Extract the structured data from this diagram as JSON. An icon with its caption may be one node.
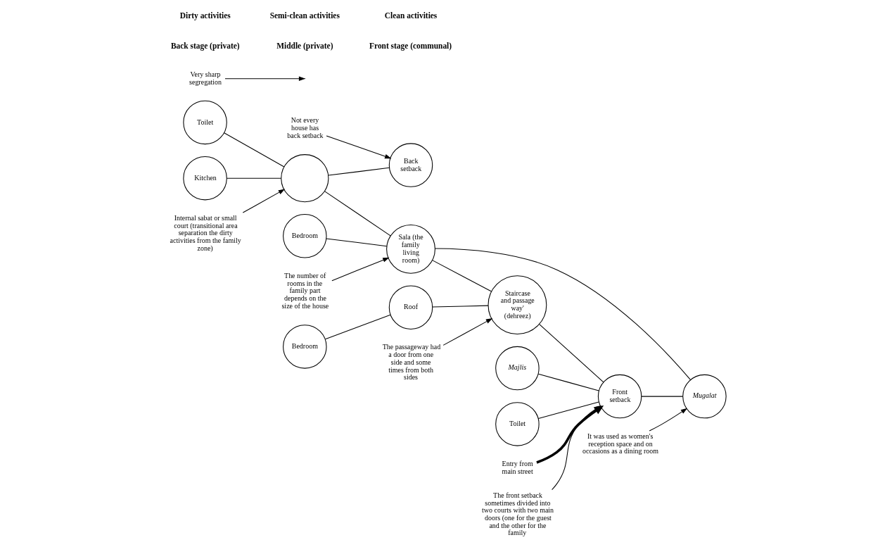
{
  "diagram": {
    "nodes": [
      {
        "text": [
          "Toilet"
        ]
      },
      {
        "text": [
          "Kitchen"
        ]
      },
      {
        "text": [],
        "shape": "circle"
      },
      {
        "text": [
          "Back setback"
        ]
      },
      {
        "text": [
          "Bedroom"
        ]
      },
      {
        "text": [
          "Bedroom"
        ]
      },
      {
        "text": [
          "Roof"
        ]
      },
      {
        "text": [
          "Sala (the family living room)"
        ]
      },
      {
        "text": [
          "Staircase and passage way' (dehreez)"
        ]
      },
      {
        "text": [
          "Majlis"
        ]
      },
      {
        "text": [
          "Toilet"
        ]
      },
      {
        "text": [
          "Front setback"
        ]
      },
      {
        "text": [
          "Mugalat"
        ]
      },
      {
        "text": [
          "Internal sabat or small court (transitional area separation the dirty activities from the family zone)"
        ]
      },
      {
        "text": [
          "The passageway had a door from one side and some times from both sides"
        ]
      },
      {
        "text": [
          "Very sharp segregation"
        ]
      },
      {
        "text": [
          "Entry from main street"
        ]
      },
      {
        "text": [
          "The front setback sometimes divided into two courts with two main doors (one for the guest and the other for the family"
        ]
      },
      {
        "text": [
          "It was used as women's reception space and on occasions as a dining room"
        ]
      },
      {
        "text": [
          "The number of rooms in the family part depends on the size of the house"
        ]
      },
      {
        "text": [
          "Not every house has back setback"
        ]
      }
    ],
    "edges": [
      {
        "from": 0,
        "to": 2,
        "arrow": "none"
      },
      {
        "from": 1,
        "to": 2,
        "arrow": "none"
      },
      {
        "from": 2,
        "to": 3,
        "arrow": "none"
      },
      {
        "from": 2,
        "to": 7,
        "arrow": "none"
      },
      {
        "from": 5,
        "to": 7,
        "arrow": "none"
      },
      {
        "from": 4,
        "to": 6,
        "arrow": "none"
      },
      {
        "from": 6,
        "to": 8,
        "arrow": "none"
      },
      {
        "from": 7,
        "to": 8,
        "arrow": "none"
      },
      {
        "from": 7,
        "to": 12,
        "arrow": "none"
      },
      {
        "from": 8,
        "to": 11,
        "arrow": "none"
      },
      {
        "from": 9,
        "to": 11,
        "arrow": "none"
      },
      {
        "from": 10,
        "to": 11,
        "arrow": "none"
      },
      {
        "from": 11,
        "to": 12,
        "arrow": "none"
      },
      {
        "from": 13,
        "to": 2,
        "arrow": "to"
      },
      {
        "from": 14,
        "to": 8,
        "arrow": "to"
      },
      {
        "from": 15,
        "to": null,
        "arrow": "to"
      },
      {
        "from": 16,
        "to": 11,
        "arrow": "to",
        "style": "thick"
      },
      {
        "from": 17,
        "to": 11,
        "arrow": "to"
      },
      {
        "from": 18,
        "to": 12,
        "arrow": "to"
      },
      {
        "from": 19,
        "to": 7,
        "arrow": "to"
      },
      {
        "from": 20,
        "to": 3,
        "arrow": "to"
      }
    ],
    "labels": [
      "Back stage (private)",
      "Middle (private)",
      "Front stage (communal)",
      "Dirty activities",
      "Semi-clean activities",
      "Clean activities"
    ]
  }
}
